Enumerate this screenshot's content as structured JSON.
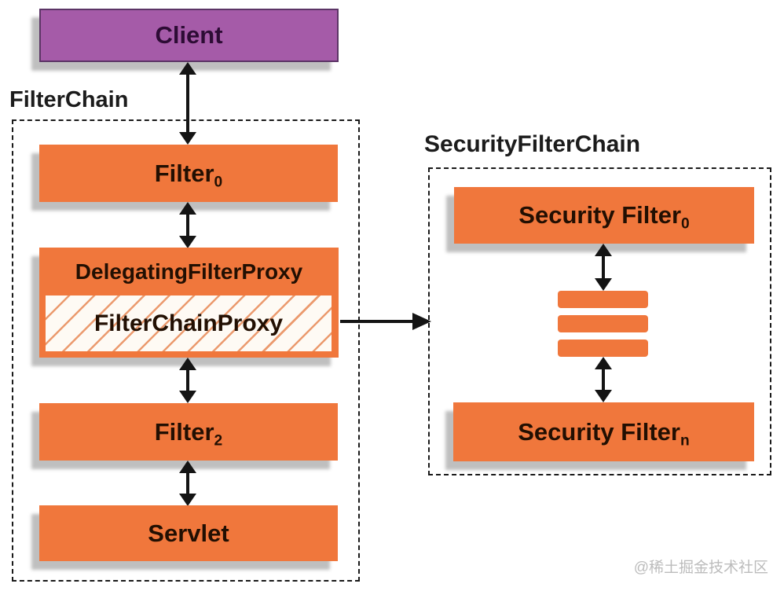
{
  "colors": {
    "page_bg": "#ffffff",
    "box_orange": "#f0773c",
    "client_purple": "#a55ba8",
    "client_border": "#5c3566",
    "client_text": "#2d0c35",
    "box_text": "#220f02",
    "label_black": "#1c1c1c",
    "dash_black": "#1a1a1a",
    "arrow_black": "#141414",
    "hatch_line": "#eb9a6e",
    "hatch_bg": "#fefaf4",
    "watermark_gray": "#bcbcbc"
  },
  "client": {
    "label": "Client"
  },
  "filter_chain": {
    "label": "FilterChain",
    "filter0": {
      "text": "Filter",
      "sub": "0"
    },
    "delegating_filter_proxy": "DelegatingFilterProxy",
    "filter_chain_proxy": "FilterChainProxy",
    "filter2": {
      "text": "Filter",
      "sub": "2"
    },
    "servlet": "Servlet"
  },
  "security_filter_chain": {
    "label": "SecurityFilterChain",
    "filter0": {
      "text": "Security Filter",
      "sub": "0"
    },
    "filtern": {
      "text": "Security Filter",
      "sub": "n"
    },
    "ellipsis_bars": 3
  },
  "watermark": "@稀土掘金技术社区"
}
